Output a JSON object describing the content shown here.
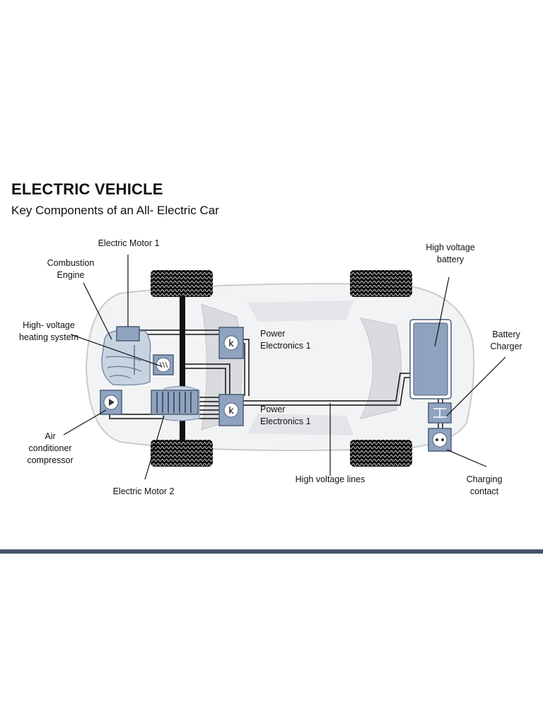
{
  "header": {
    "title": "ELECTRIC VEHICLE",
    "subtitle": "Key Components of an All- Electric Car"
  },
  "labels": {
    "electric_motor_1": "Electric Motor 1",
    "combustion_engine": "Combustion\nEngine",
    "high_voltage_heating": "High- voltage\nheating system",
    "air_conditioner": "Air\nconditioner\ncompressor",
    "electric_motor_2": "Electric Motor 2",
    "power_electronics_top": "Power\nElectronics 1",
    "power_electronics_bottom": "Power\nElectronics 1",
    "high_voltage_lines": "High voltage lines",
    "high_voltage_battery": "High voltage\nbattery",
    "battery_charger": "Battery\nCharger",
    "charging_contact": "Charging\ncontact"
  },
  "colors": {
    "component_fill": "#8fa3be",
    "component_stroke": "#4a5d78",
    "car_body": "#eef0f2",
    "footer_bar": "#44546a"
  }
}
